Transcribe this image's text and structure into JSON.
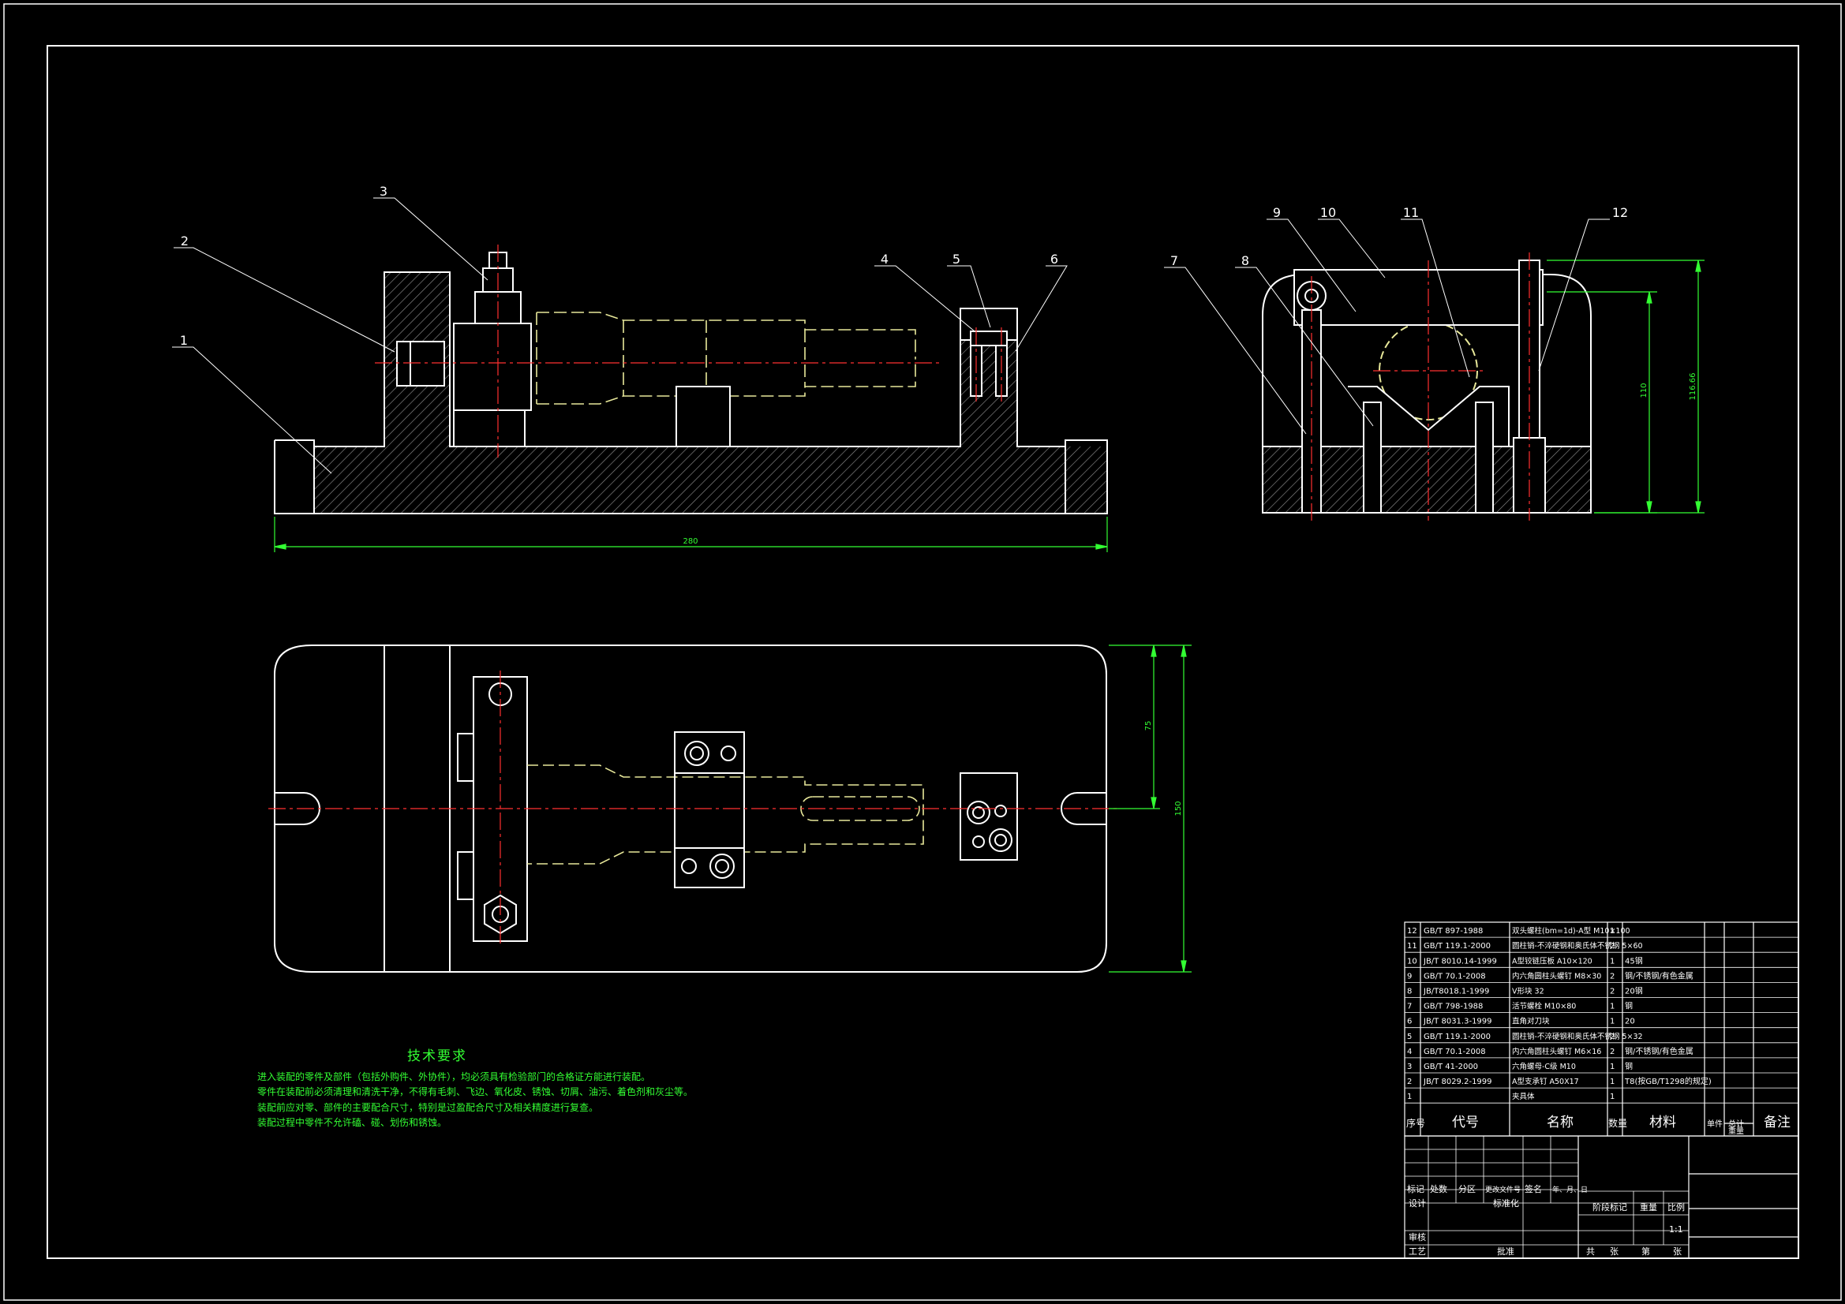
{
  "colors": {
    "background": "#000000",
    "line": "#ffffff",
    "hatch": "#8a8a8a",
    "hidden": "#e8e89a",
    "center": "#ff3030",
    "dimension": "#33ff33",
    "leader": "#ffffff",
    "table_text": "#ffffff",
    "tech_text": "#33ff33"
  },
  "balloons": [
    "1",
    "2",
    "3",
    "4",
    "5",
    "6",
    "7",
    "8",
    "9",
    "10",
    "11",
    "12"
  ],
  "dimensions": {
    "overall_length": "280",
    "plan_width_1": "75",
    "plan_width_2": "150",
    "side_height_1": "110",
    "side_height_2": "116.66"
  },
  "tech_requirements": {
    "title": "技术要求",
    "lines": [
      "进入装配的零件及部件（包括外购件、外协件），均必须具有检验部门的合格证方能进行装配。",
      "零件在装配前必须清理和清洗干净，不得有毛刺、飞边、氧化皮、锈蚀、切屑、油污、着色剂和灰尘等。",
      "装配前应对零、部件的主要配合尺寸，特别是过盈配合尺寸及相关精度进行复查。",
      "装配过程中零件不允许磕、碰、划伤和锈蚀。"
    ]
  },
  "bom": {
    "rows": [
      {
        "no": "12",
        "code": "GB/T 897-1988",
        "name": "双头螺柱(bm=1d)-A型 M10×100",
        "qty": "1",
        "material": "",
        "note": ""
      },
      {
        "no": "11",
        "code": "GB/T 119.1-2000",
        "name": "圆柱销-不淬硬钢和奥氏体不锈钢 5×60",
        "qty": "2",
        "material": "",
        "note": ""
      },
      {
        "no": "10",
        "code": "JB/T 8010.14-1999",
        "name": "A型铰链压板 A10×120",
        "qty": "1",
        "material": "45钢",
        "note": ""
      },
      {
        "no": "9",
        "code": "GB/T 70.1-2008",
        "name": "内六角圆柱头螺钉 M8×30",
        "qty": "2",
        "material": "钢/不锈钢/有色金属",
        "note": ""
      },
      {
        "no": "8",
        "code": "JB/T8018.1-1999",
        "name": "V形块 32",
        "qty": "2",
        "material": "20钢",
        "note": ""
      },
      {
        "no": "7",
        "code": "GB/T 798-1988",
        "name": "活节螺栓 M10×80",
        "qty": "1",
        "material": "钢",
        "note": ""
      },
      {
        "no": "6",
        "code": "JB/T 8031.3-1999",
        "name": "直角对刀块",
        "qty": "1",
        "material": "20",
        "note": ""
      },
      {
        "no": "5",
        "code": "GB/T 119.1-2000",
        "name": "圆柱销-不淬硬钢和奥氏体不锈钢 5×32",
        "qty": "2",
        "material": "",
        "note": ""
      },
      {
        "no": "4",
        "code": "GB/T 70.1-2008",
        "name": "内六角圆柱头螺钉 M6×16",
        "qty": "2",
        "material": "钢/不锈钢/有色金属",
        "note": ""
      },
      {
        "no": "3",
        "code": "GB/T 41-2000",
        "name": "六角螺母-C级 M10",
        "qty": "1",
        "material": "钢",
        "note": ""
      },
      {
        "no": "2",
        "code": "JB/T 8029.2-1999",
        "name": "A型支承钉 A50X17",
        "qty": "1",
        "material": "T8(按GB/T1298的规定)",
        "note": ""
      },
      {
        "no": "1",
        "code": "",
        "name": "夹具体",
        "qty": "1",
        "material": "",
        "note": ""
      }
    ],
    "header": {
      "no": "序号",
      "code": "代号",
      "name": "名称",
      "qty": "数量",
      "material": "材料",
      "unit": "单件",
      "total": "总计",
      "weight": "重量",
      "note": "备注"
    }
  },
  "title_block": {
    "rev_labels": [
      "标记",
      "处数",
      "分区",
      "更改文件号",
      "签名",
      "年、月、日"
    ],
    "design": "设计",
    "standard": "标准化",
    "check": "审核",
    "process": "工艺",
    "approve": "批准",
    "stage_mark": "阶段标记",
    "weight": "重量",
    "scale": "比例",
    "scale_value": "1:1",
    "total_sheets": "共",
    "sheet": "张",
    "page": "第",
    "page_sheet": "张"
  }
}
